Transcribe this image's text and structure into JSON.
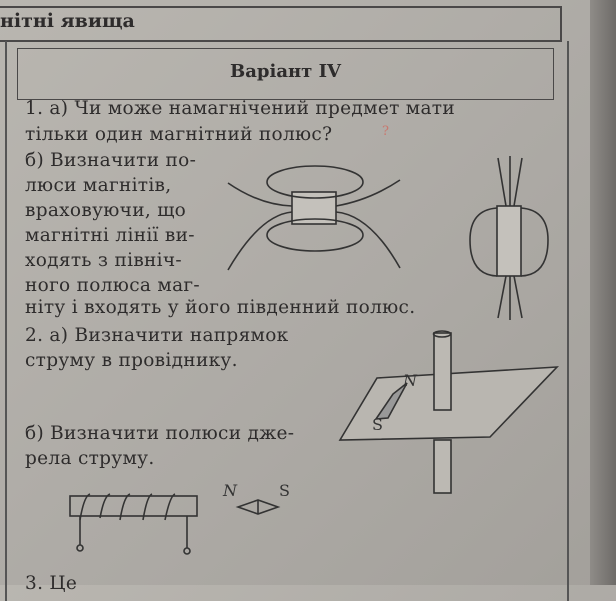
{
  "header": {
    "title": "нітні явища"
  },
  "variant": {
    "title": "Варіант IV"
  },
  "task1": {
    "lines": [
      "1. а) Чи може  намагнічений предмет мати",
      "тільки один магнітний полюс?",
      "б) Визначити по-",
      "люси   магнітів,",
      "враховуючи, що",
      "магнітні лінії ви-",
      "ходять з північ-",
      "ного полюса маг-",
      "ніту і входять у його південний полюс."
    ],
    "annotation": "?"
  },
  "task2": {
    "lines": [
      "2. а) Визначити напрямок",
      "струму в провіднику.",
      "б) Визначити полюси дже-",
      "рела струму."
    ],
    "needle_labels": {
      "north": "N",
      "south": "S"
    },
    "compass_labels": {
      "north": "N",
      "south": "S"
    }
  },
  "task3": {
    "partial": "3.   Це"
  }
}
